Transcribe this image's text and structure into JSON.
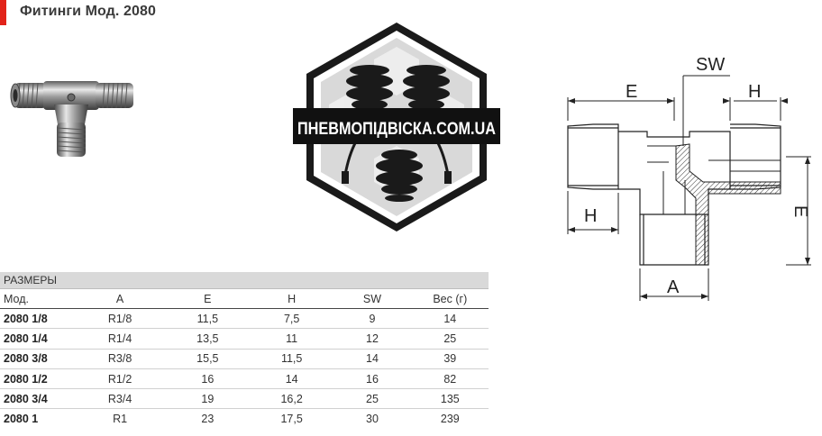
{
  "header": {
    "title": "Фитинги Мод. 2080",
    "accent": "#e2231a"
  },
  "logo": {
    "text": "ПНЕВМОПІДВІСКА.COM.UA"
  },
  "drawing": {
    "labels": {
      "sw": "SW",
      "e_top": "E",
      "h_top": "H",
      "h_left": "H",
      "e_right": "E",
      "a_bottom": "A"
    }
  },
  "table": {
    "caption": "РАЗМЕРЫ",
    "columns": [
      "Мод.",
      "A",
      "E",
      "H",
      "SW",
      "Вес (г)"
    ],
    "rows": [
      [
        "2080 1/8",
        "R1/8",
        "11,5",
        "7,5",
        "9",
        "14"
      ],
      [
        "2080 1/4",
        "R1/4",
        "13,5",
        "11",
        "12",
        "25"
      ],
      [
        "2080 3/8",
        "R3/8",
        "15,5",
        "11,5",
        "14",
        "39"
      ],
      [
        "2080 1/2",
        "R1/2",
        "16",
        "14",
        "16",
        "82"
      ],
      [
        "2080 3/4",
        "R3/4",
        "19",
        "16,2",
        "25",
        "135"
      ],
      [
        "2080 1",
        "R1",
        "23",
        "17,5",
        "30",
        "239"
      ]
    ]
  }
}
